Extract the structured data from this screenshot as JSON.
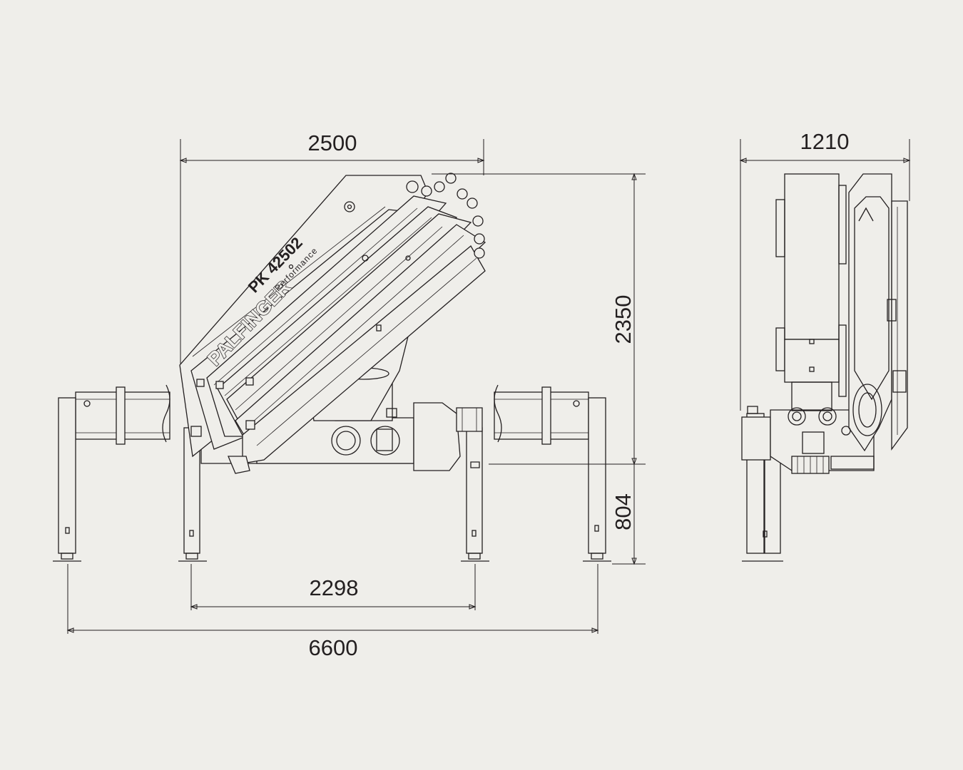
{
  "dimensions": {
    "boom_width": "2500",
    "height_total": "2350",
    "outrigger_height": "804",
    "inner_span": "2298",
    "outer_span": "6600",
    "side_width": "1210"
  },
  "boom_label": {
    "brand": "PALFINGER",
    "model": "PK 42502",
    "series": "Performance"
  },
  "colors": {
    "background": "#efeeea",
    "line": "#231f20"
  }
}
